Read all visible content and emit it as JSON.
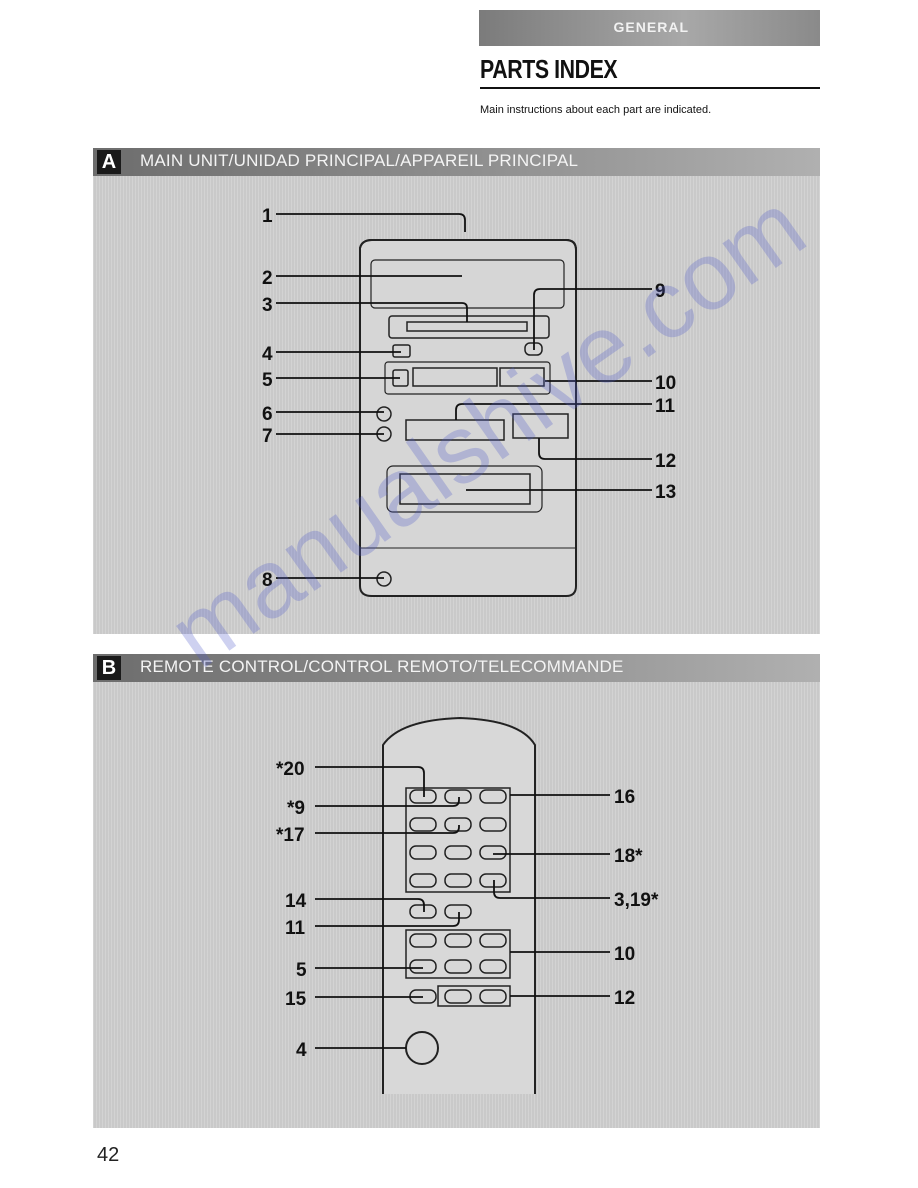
{
  "header": {
    "section_tab": "GENERAL",
    "title": "PARTS INDEX",
    "subtitle": "Main instructions about each part are indicated."
  },
  "sections": [
    {
      "letter": "A",
      "title": "MAIN UNIT/UNIDAD PRINCIPAL/APPAREIL PRINCIPAL"
    },
    {
      "letter": "B",
      "title": "REMOTE CONTROL/CONTROL REMOTO/TELECOMMANDE"
    }
  ],
  "main_unit_callouts": [
    "1",
    "2",
    "3",
    "4",
    "5",
    "6",
    "7",
    "8",
    "9",
    "10",
    "11",
    "12",
    "13"
  ],
  "remote_callouts": [
    "*20",
    "*9",
    "*17",
    "14",
    "11",
    "5",
    "15",
    "4",
    "16",
    "18*",
    "3,19*",
    "10",
    "12"
  ],
  "watermark": "manualshive.com",
  "page_number": "42"
}
